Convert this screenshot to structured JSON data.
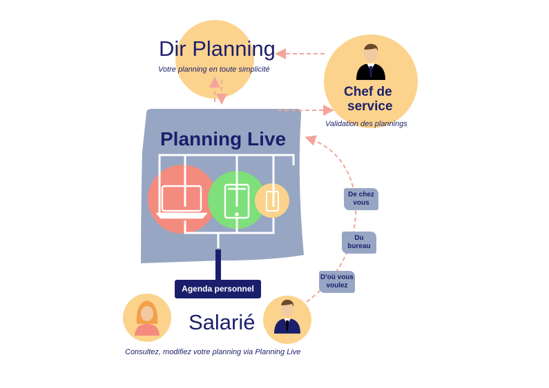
{
  "dir_planning": {
    "title": "Dir Planning",
    "subtitle": "Votre planning en toute simplicité"
  },
  "chef": {
    "title_line1": "Chef de",
    "title_line2": "service",
    "subtitle": "Validation des plannings"
  },
  "planning_live": {
    "title": "Planning Live"
  },
  "agenda": {
    "label": "Agenda personnel"
  },
  "salarie": {
    "title": "Salarié",
    "subtitle": "Consultez, modifiez votre planning via Planning Live"
  },
  "tags": [
    {
      "line1": "De chez",
      "line2": "vous"
    },
    {
      "line1": "Du",
      "line2": "bureau"
    },
    {
      "line1": "D'où vous",
      "line2": "voulez"
    }
  ],
  "colors": {
    "navy": "#1b1f6b",
    "peach": "#fbd38d",
    "slate_blue": "#97a6c3",
    "salmon": "#f48b7f",
    "green": "#7ee07a",
    "arrow": "#f4a59b"
  }
}
